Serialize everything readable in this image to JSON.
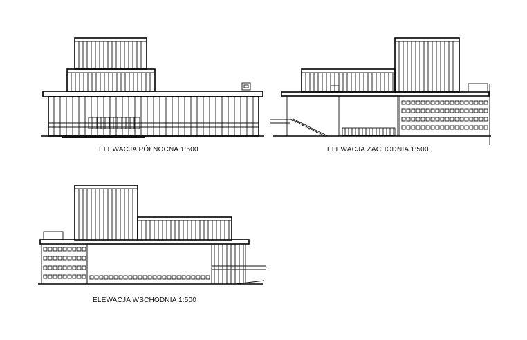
{
  "drawing": {
    "elevations": [
      {
        "id": "north",
        "title": "ELEWACJA PÓŁNOCNA 1:500"
      },
      {
        "id": "west",
        "title": "ELEWACJA ZACHODNIA 1:500"
      },
      {
        "id": "east",
        "title": "ELEWACJA WSCHODNIA 1:500"
      }
    ]
  }
}
